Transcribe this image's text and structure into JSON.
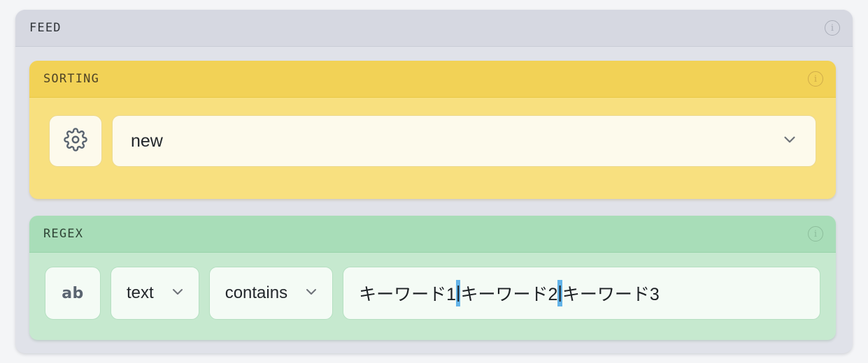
{
  "feed": {
    "title": "FEED",
    "info_icon": "info-icon",
    "info_glyph": "i"
  },
  "sorting": {
    "title": "SORTING",
    "info_glyph": "i",
    "icon_button": "gear-icon",
    "selected_value": "new",
    "chevron": "chevron-down-icon"
  },
  "regex": {
    "title": "REGEX",
    "info_glyph": "i",
    "icon_button_label": "ab",
    "field_select": "text",
    "operator_select": "contains",
    "pattern": {
      "parts": [
        "キーワード1",
        "キーワード2",
        "キーワード3"
      ],
      "separator": "|",
      "full_value": "キーワード1|キーワード2|キーワード3"
    },
    "chevron": "chevron-down-icon"
  },
  "colors": {
    "page_background": "#f4f5f7",
    "feed_header": "#d6d8e1",
    "feed_body": "#e0e2e9",
    "sorting_header": "#f2d256",
    "sorting_body": "#f8e07f",
    "sorting_control": "#fdfaec",
    "regex_header": "#a8ddb8",
    "regex_body": "#c6e9cf",
    "regex_control": "#f4fbf5",
    "separator_highlight": "#63b3e8"
  }
}
